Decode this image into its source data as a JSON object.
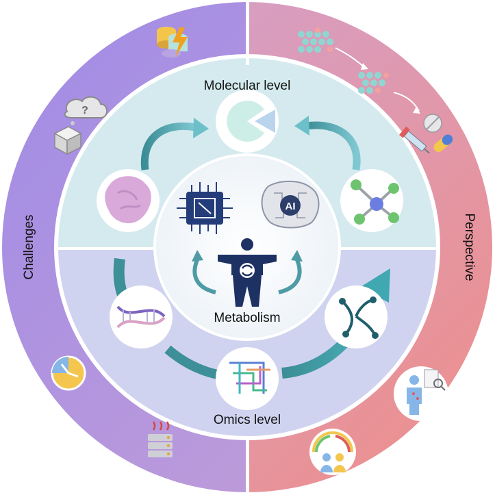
{
  "outer_ring": {
    "left_label": "Challenges",
    "right_label": "Perspective",
    "left_colors": [
      "#9b8be3",
      "#c79ed6"
    ],
    "right_colors": [
      "#d6a3cf",
      "#ec8f8d"
    ]
  },
  "inner_circle": {
    "top_label": "Molecular level",
    "bottom_label": "Omics level",
    "center_label": "Metabolism",
    "top_color": "#d5ebee",
    "bottom_color": "#d3d5ef"
  },
  "center_icons": {
    "chip_icon": "circuit-chip-icon",
    "ai_badge": "AI",
    "human_icon": "human-metabolism-icon"
  },
  "molecular_icons": [
    "protein-blob-icon",
    "pacman-ligand-icon",
    "molecule-ball-stick-icon"
  ],
  "omics_icons": [
    "dna-helix-icon",
    "pathway-network-icon",
    "branching-network-icon"
  ],
  "challenge_icons": [
    "database-lightning-icon",
    "question-cloud-cube-icon",
    "clock-icon",
    "server-heat-icon"
  ],
  "perspective_icons": [
    "neural-network-icon",
    "drug-pill-syringe-icon",
    "patient-report-icon",
    "community-gauge-icon"
  ]
}
